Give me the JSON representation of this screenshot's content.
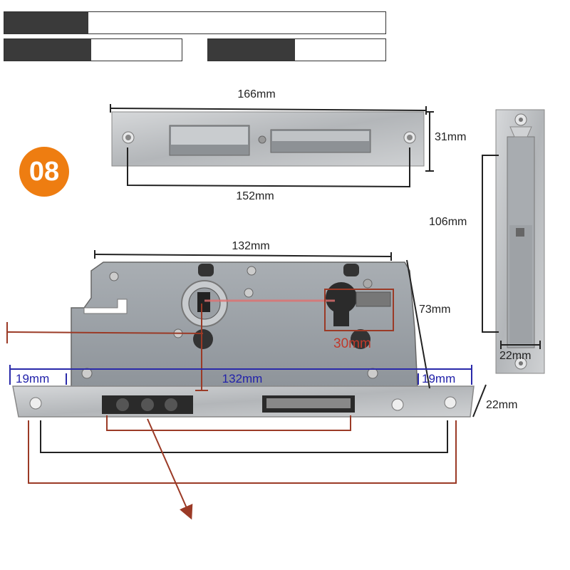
{
  "badge": {
    "label": "08",
    "color": "#ee7d11"
  },
  "progress_bars": [
    {
      "name": "top-bar",
      "fill": 0.22
    },
    {
      "name": "bottom-left-bar",
      "fill": 0.49
    },
    {
      "name": "bottom-right-bar",
      "fill": 0.49
    }
  ],
  "dimensions": {
    "faceplate_length": "166mm",
    "faceplate_hole_spacing": "152mm",
    "faceplate_width": "31mm",
    "body_width": "132mm",
    "body_height": "73mm",
    "backset": "30mm",
    "front_left": "19mm",
    "front_center": "132mm",
    "front_right": "19mm",
    "front_thickness": "22mm",
    "strike_length": "106mm",
    "strike_width": "22mm"
  },
  "colors": {
    "steel": "#b9bcbf",
    "body": "#9aa0a6",
    "dimension_line": "#222222",
    "blue_line": "#2a2aaa",
    "red_line": "#9b3a26",
    "highlight": "#e07070"
  }
}
